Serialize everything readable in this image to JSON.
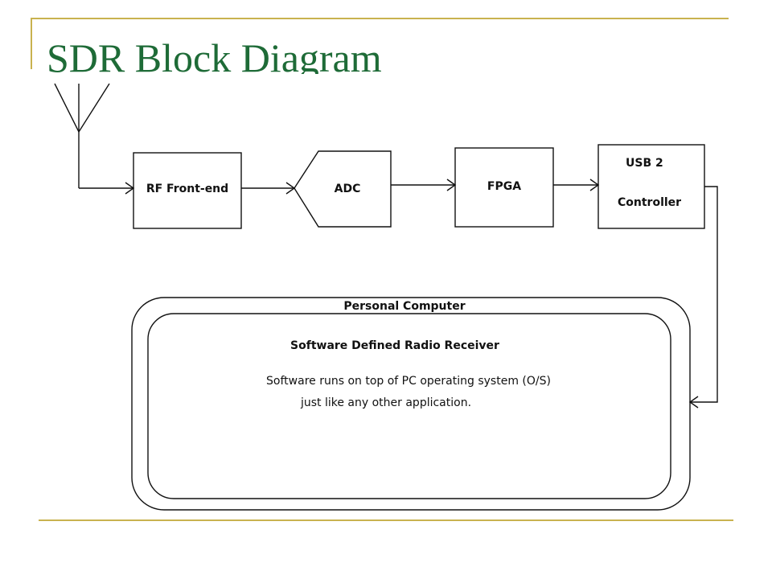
{
  "slide": {
    "title": "SDR Block Diagram",
    "accent_color": "#c9b24f",
    "title_color": "#1e6b37"
  },
  "diagram": {
    "antenna": {
      "icon": "antenna-icon"
    },
    "blocks": {
      "rf_frontend": "RF Front-end",
      "adc": "ADC",
      "fpga": "FPGA",
      "usb_line1": "USB 2",
      "usb_line2": "Controller"
    },
    "pc": {
      "label": "Personal Computer",
      "sdr_title": "Software Defined Radio Receiver",
      "desc_line1": "Software runs on top of PC operating system (O/S)",
      "desc_line2": "just like any other application."
    }
  }
}
